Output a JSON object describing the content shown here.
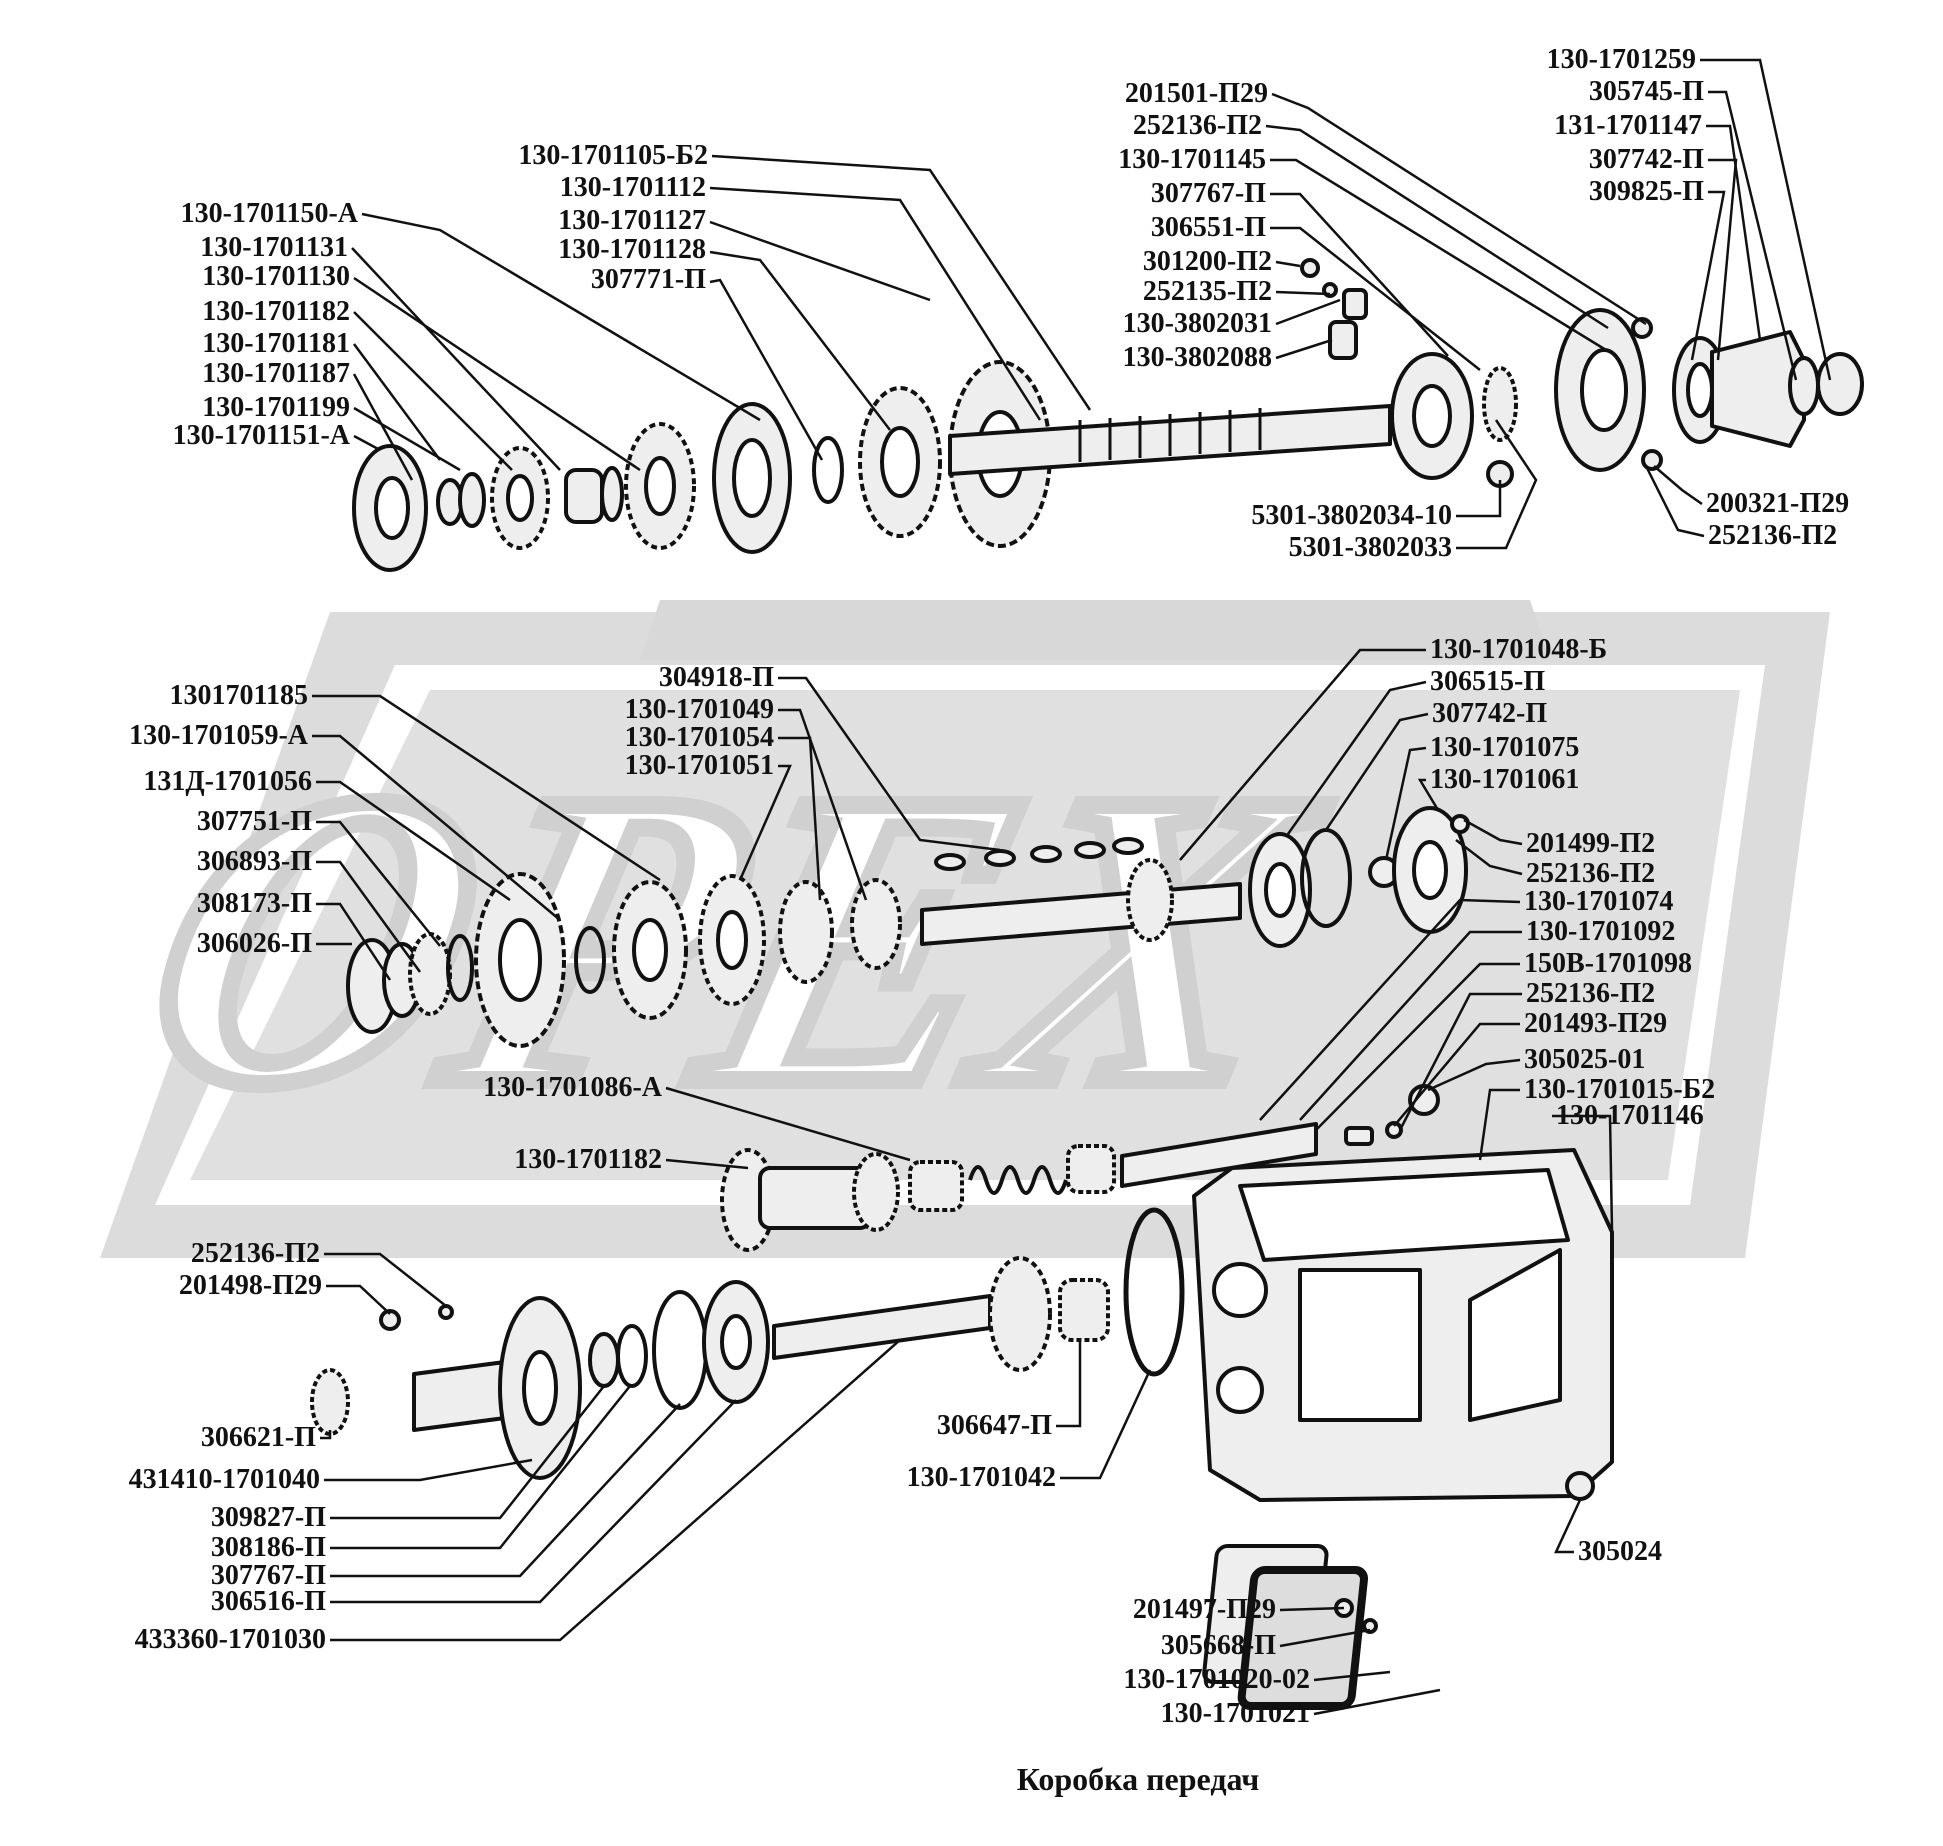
{
  "title": "Коробка передач",
  "watermark": "ОРЕХ",
  "colors": {
    "ink": "#111111",
    "part": "#eeeeee",
    "watermark": "#d4d4d4"
  },
  "labels": {
    "top_left": [
      "130-1701105-Б2",
      "130-1701112",
      "130-1701150-А",
      "130-1701127",
      "130-1701128",
      "130-1701131",
      "130-1701130",
      "307771-П",
      "130-1701182",
      "130-1701181",
      "130-1701187",
      "130-1701199",
      "130-1701151-А"
    ],
    "top_right": [
      "201501-П29",
      "252136-П2",
      "130-1701145",
      "307767-П",
      "306551-П",
      "301200-П2",
      "252135-П2",
      "130-3802031",
      "130-3802088",
      "5301-3802034-10",
      "5301-3802033"
    ],
    "top_far_right": [
      "130-1701259",
      "305745-П",
      "131-1701147",
      "307742-П",
      "309825-П",
      "200321-П29",
      "252136-П2"
    ],
    "mid_left": [
      "1301701185",
      "130-1701059-А",
      "131Д-1701056",
      "307751-П",
      "306893-П",
      "308173-П",
      "306026-П",
      "130-1701086-А",
      "130-1701182"
    ],
    "mid_center": [
      "304918-П",
      "130-1701049",
      "130-1701054",
      "130-1701051"
    ],
    "mid_right": [
      "130-1701048-Б",
      "306515-П",
      "307742-П",
      "130-1701075",
      "130-1701061",
      "201499-П2",
      "252136-П2",
      "130-1701074",
      "130-1701092",
      "150В-1701098",
      "252136-П2",
      "201493-П29",
      "305025-01",
      "130-1701015-Б2",
      "130-1701146"
    ],
    "bottom_left": [
      "252136-П2",
      "201498-П29",
      "306621-П",
      "431410-1701040",
      "309827-П",
      "308186-П",
      "307767-П",
      "306516-П",
      "433360-1701030"
    ],
    "bottom_center": [
      "306647-П",
      "130-1701042"
    ],
    "bottom_right": [
      "305024",
      "201497-П29",
      "305668-П",
      "130-1701020-02",
      "130-1701021"
    ]
  }
}
